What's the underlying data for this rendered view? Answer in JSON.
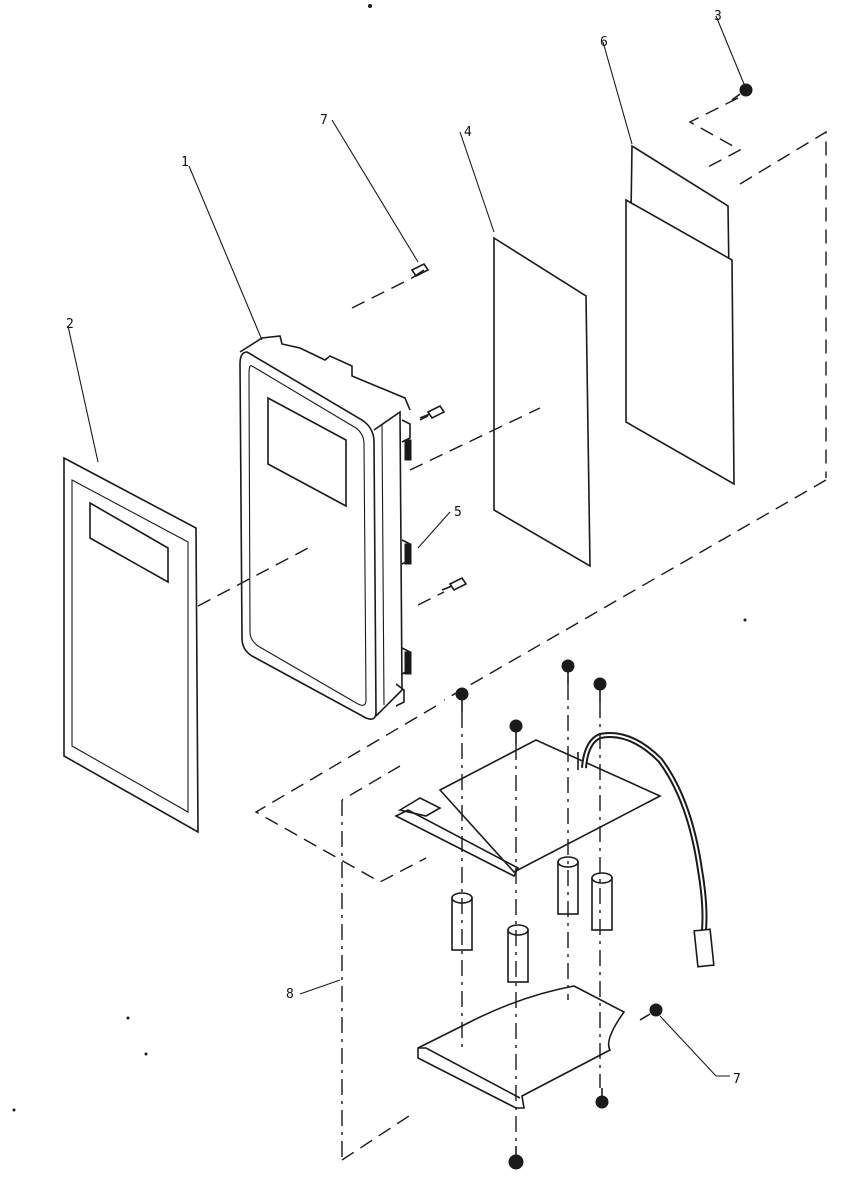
{
  "callouts": {
    "c1": "1",
    "c2": "2",
    "c3": "3",
    "c4": "4",
    "c5": "5",
    "c6": "6",
    "c7_top": "7",
    "c7_bottom": "7",
    "c8": "8"
  }
}
